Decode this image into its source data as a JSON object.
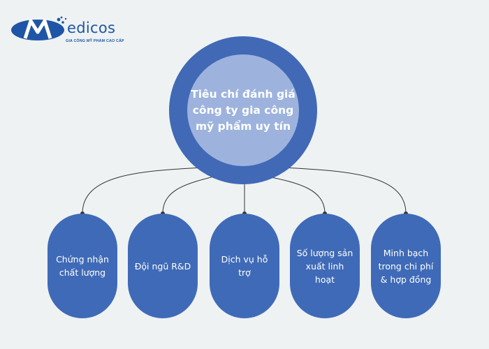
{
  "brand": {
    "word": "edicos",
    "tagline": "GIA CÔNG MỸ PHẨM CAO CẤP",
    "primary_color": "#1f55a6"
  },
  "diagram": {
    "center_title": "Tiêu chí đánh giá công ty gia công mỹ phẩm uy tín",
    "nodes": [
      {
        "label": "Chứng nhận chất lượng"
      },
      {
        "label": "Đội ngũ R&D"
      },
      {
        "label": "Dịch vụ hỗ trợ"
      },
      {
        "label": "Số lượng sản xuất linh hoạt"
      },
      {
        "label": "Minh bạch trong chi phí & hợp đồng"
      }
    ],
    "colors": {
      "background": "#eef2f2",
      "node_fill": "#3f6ab7",
      "center_ring": "#4169b6",
      "center_inner": "#9db3dd",
      "connector": "#333333"
    }
  }
}
